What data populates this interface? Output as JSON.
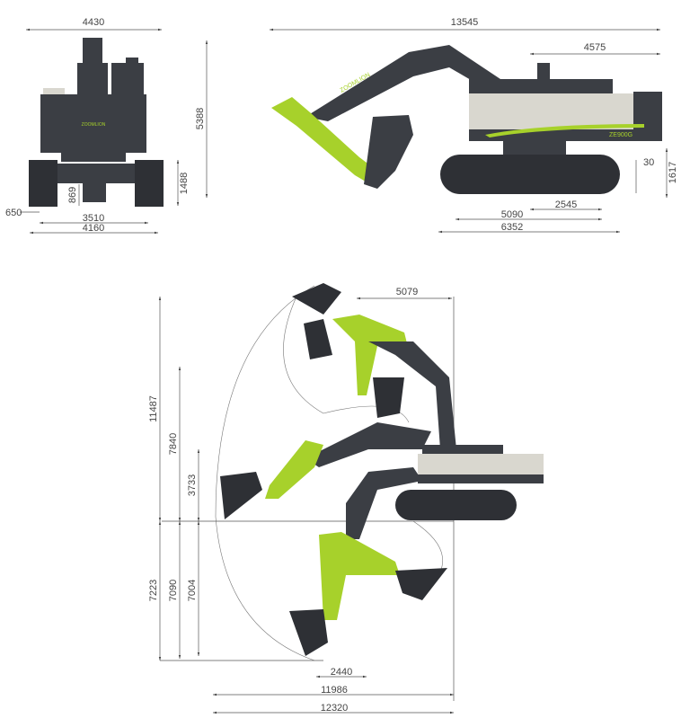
{
  "colors": {
    "body_dark": "#3b3e44",
    "accent_green": "#a7d12b",
    "panel_light": "#d9d7cf"
  },
  "branding": {
    "logo": "ZOOMLION",
    "model": "ZE900G"
  },
  "rear_view": {
    "overall_width": "4430",
    "track_shoe_width": "650",
    "ground_clearance": "869",
    "track_height": "1488",
    "track_gauge": "3510",
    "undercarriage_width": "4160"
  },
  "side_view": {
    "transport_length": "13545",
    "transport_height": "5388",
    "tail_length": "4575",
    "tail_swing_height": "30",
    "counterweight_clearance": "1617",
    "center_to_rear": "2545",
    "tumbler_distance": "5090",
    "track_length": "6352"
  },
  "working_range": {
    "min_swing_radius": "5079",
    "max_cutting_height": "11487",
    "max_dump_height": "7840",
    "max_vertical_wall": "3733",
    "max_digging_depth": "7223",
    "max_depth_8ft_level": "7090",
    "max_depth_level": "7004",
    "level_bottom_length": "2440",
    "max_reach_ground": "11986",
    "max_reach": "12320"
  }
}
